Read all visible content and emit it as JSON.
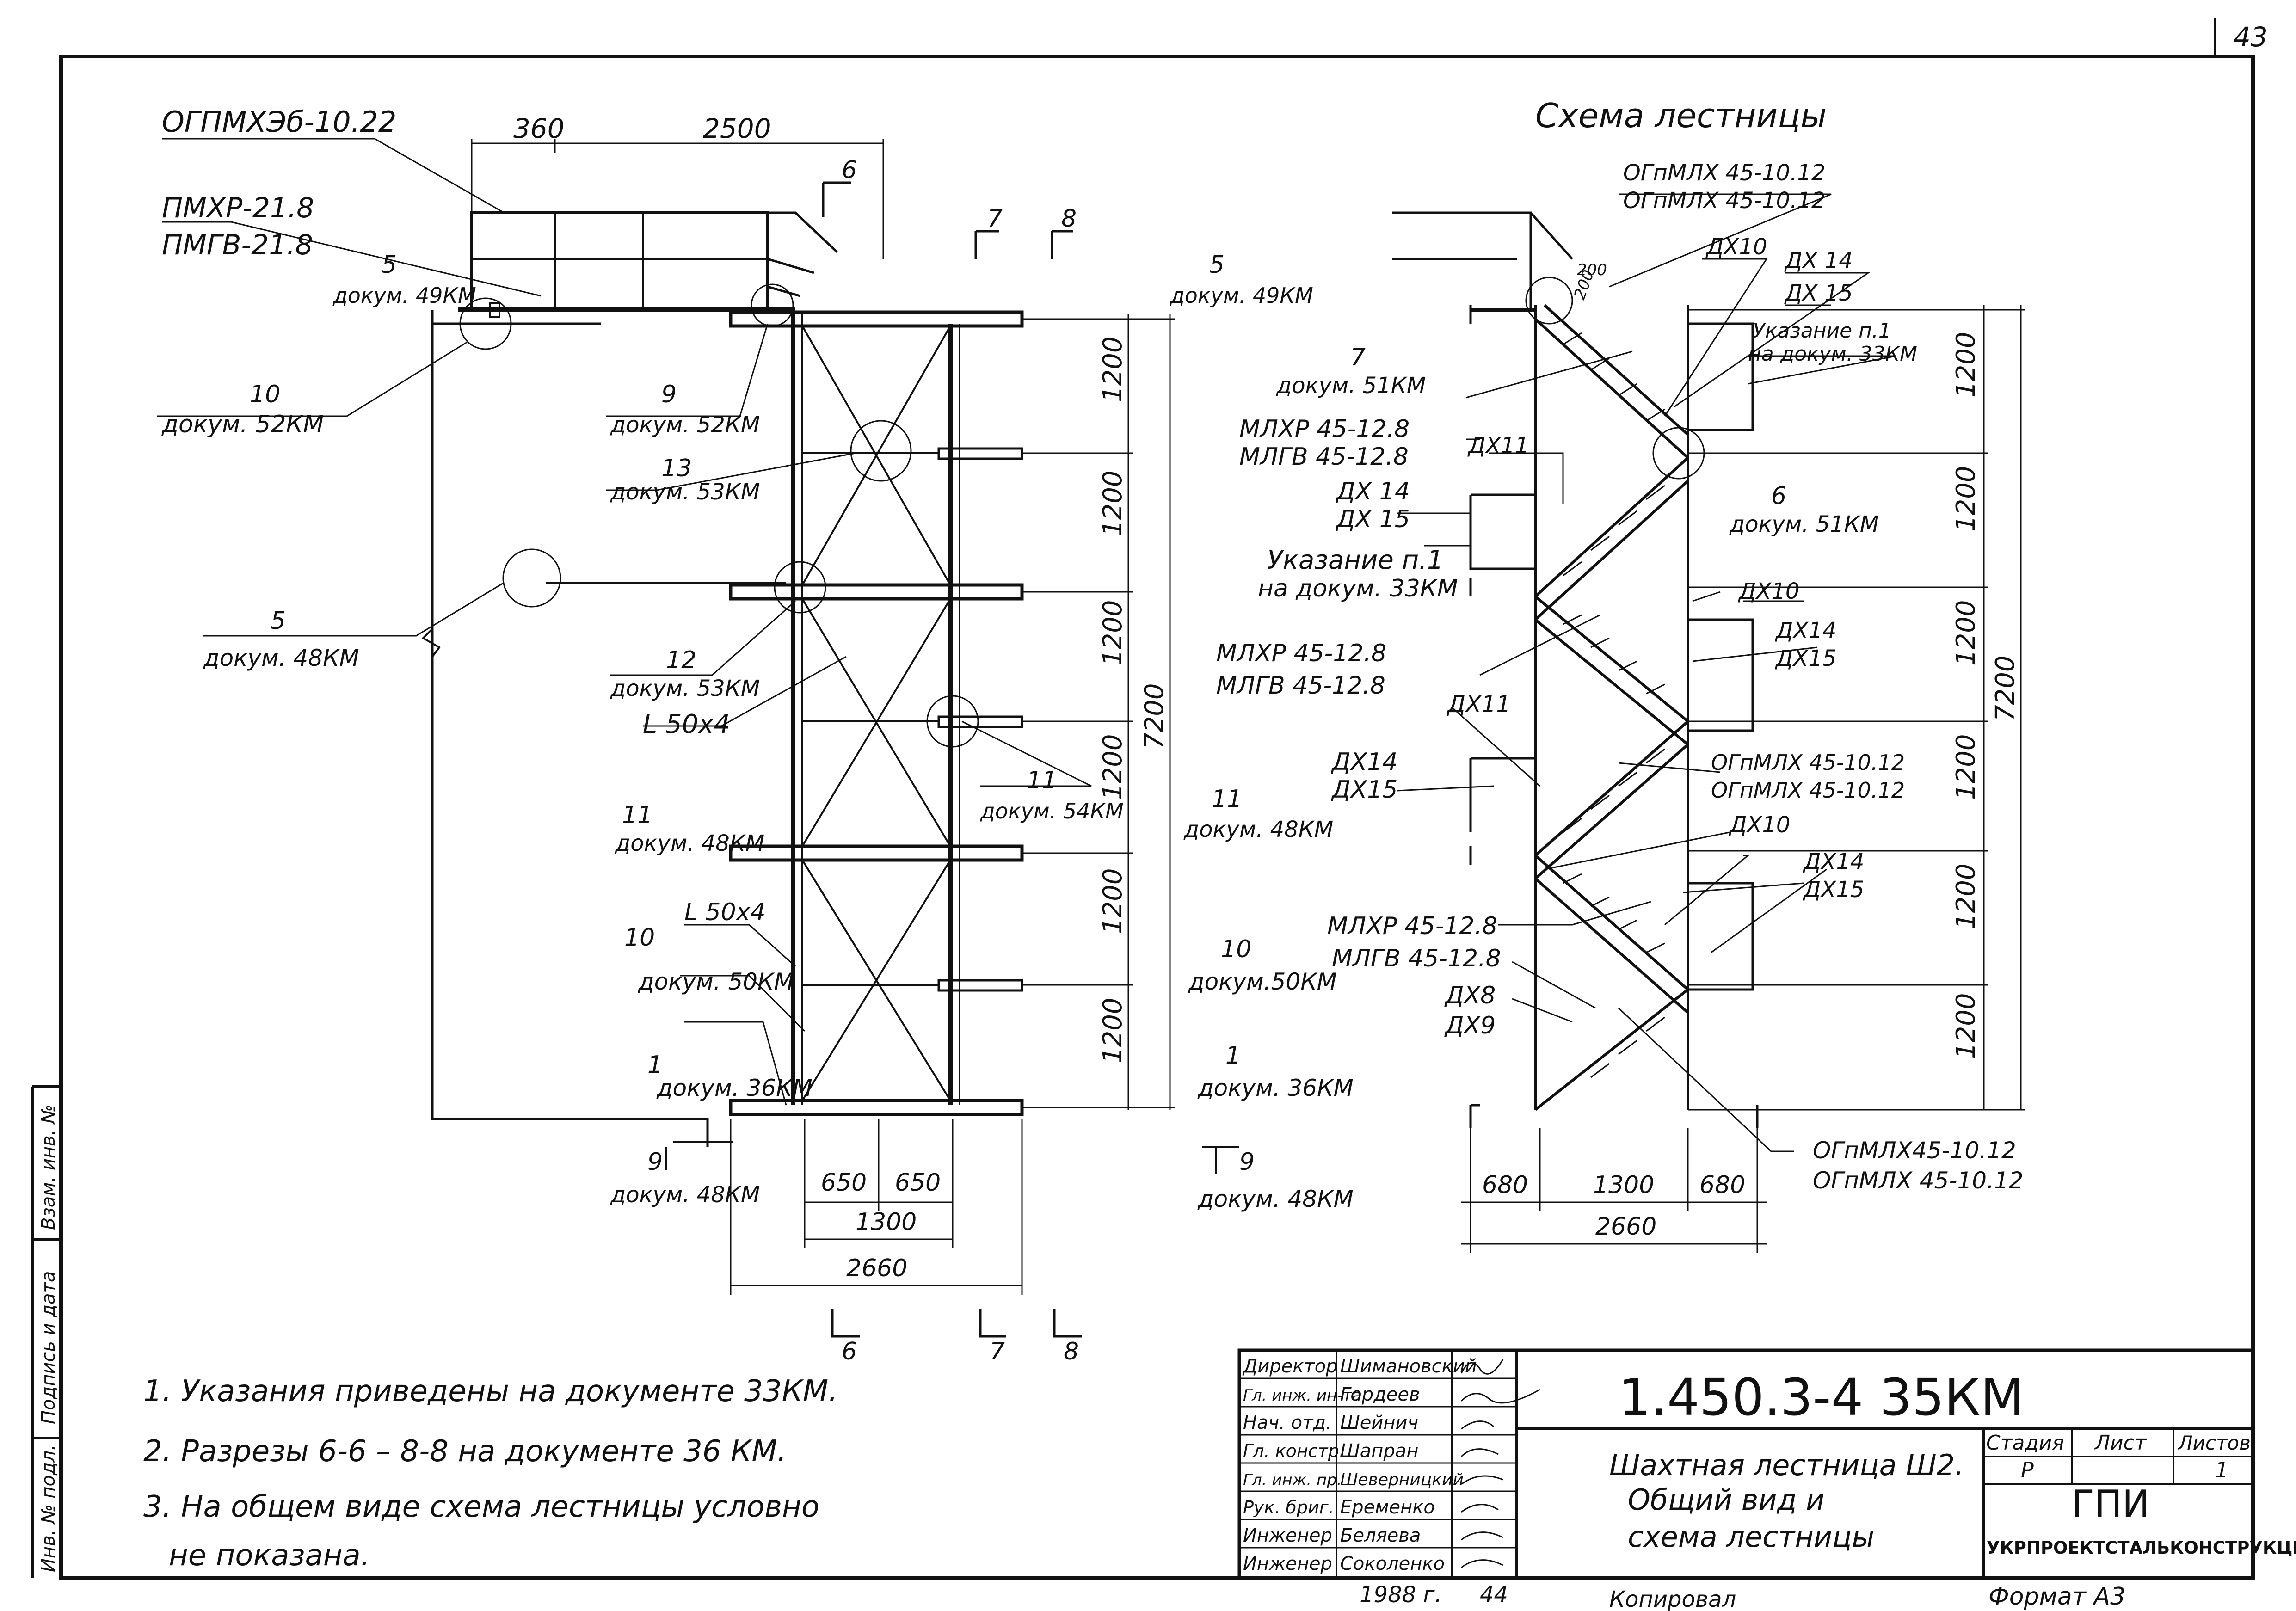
{
  "sheet_number": "43",
  "left_view": {
    "top_label": "ОГПМХЭб-10.22",
    "handrail_label_1": "ПМХР-21.8",
    "handrail_label_2": "ПМГВ-21.8",
    "dim_top_1": "360",
    "dim_top_2": "2500",
    "dims_vertical": [
      "1200",
      "1200",
      "1200",
      "1200",
      "1200",
      "1200"
    ],
    "dim_total": "7200",
    "dims_bottom_1": [
      "650",
      "650"
    ],
    "dim_bottom_2": "1300",
    "dim_bottom_3": "2660",
    "section_marks": [
      "6",
      "7",
      "8"
    ],
    "callouts": [
      {
        "num": "5",
        "doc": "докум. 49КМ"
      },
      {
        "num": "10",
        "doc": "докум. 52КМ"
      },
      {
        "num": "9",
        "doc": "докум. 52КМ"
      },
      {
        "num": "13",
        "doc": "докум. 53КМ"
      },
      {
        "num": "5",
        "doc": "докум. 48КМ"
      },
      {
        "num": "12",
        "doc": "докум. 53КМ"
      },
      {
        "num": "11",
        "doc": "докум. 54КМ"
      },
      {
        "num": "11",
        "doc": "докум. 48КМ"
      },
      {
        "num": "10",
        "doc": "докум. 50КМ"
      },
      {
        "num": "1",
        "doc": "докум. 36КМ"
      },
      {
        "num": "9",
        "doc": "докум. 48КМ"
      }
    ],
    "angle_labels": [
      "L 50х4",
      "L 50х4"
    ]
  },
  "right_view": {
    "title": "Схема лестницы",
    "labels": {
      "ogpm_top_1": "ОГпМЛХ 45-10.12",
      "ogpm_top_2": "ОГпМЛХ 45-10.12",
      "dx10_a": "ДХ10",
      "dx14_a": "ДХ 14",
      "dx15_a": "ДХ 15",
      "ukaz_a_1": "Указание п.1",
      "ukaz_a_2": "на докум. 33КМ",
      "c7_num": "7",
      "c7_doc": "докум. 51КМ",
      "mlkhr_a_1": "МЛХР 45-12.8",
      "mlkhr_a_2": "МЛГВ 45-12.8",
      "dx11_a": "ДХ11",
      "c6_num": "6",
      "c6_doc": "докум. 51КМ",
      "dx14_b": "ДХ 14",
      "dx15_b": "ДХ 15",
      "ukaz_b_1": "Указание п.1",
      "ukaz_b_2": "на докум. 33КМ",
      "dx10_b": "ДХ10",
      "dx14_c": "ДХ14",
      "dx15_c": "ДХ15",
      "mlkhr_b_1": "МЛХР 45-12.8",
      "mlkhr_b_2": "МЛГВ 45-12.8",
      "dx11_b": "ДХ11",
      "dx14_d": "ДХ14",
      "dx15_d": "ДХ15",
      "ogpm_mid_1": "ОГпМЛХ 45-10.12",
      "ogpm_mid_2": "ОГпМЛХ 45-10.12",
      "dx10_c": "ДХ10",
      "dx14_e": "ДХ14",
      "dx15_e": "ДХ15",
      "mlkhr_c_1": "МЛХР 45-12.8",
      "mlkhr_c_2": "МЛГВ 45-12.8",
      "dx8": "ДХ8",
      "dx9": "ДХ9",
      "ogpm_bot_1": "ОГпМЛХ45-10.12",
      "ogpm_bot_2": "ОГпМЛХ 45-10.12",
      "s5_num": "5",
      "s5_doc": "докум. 49КМ",
      "s11_num": "11",
      "s11_doc": "докум. 48КМ",
      "s10_num": "10",
      "s10_doc": "докум.50КМ",
      "s1_num": "1",
      "s1_doc": "докум. 36КМ",
      "s9_num": "9",
      "s9_doc": "докум. 48КМ",
      "dim_200_a": "200",
      "dim_200_b": "200"
    },
    "dims_vertical": [
      "1200",
      "1200",
      "1200",
      "1200",
      "1200",
      "1200"
    ],
    "dim_total": "7200",
    "dims_bottom": [
      "680",
      "1300",
      "680"
    ],
    "dim_bottom_total": "2660"
  },
  "notes": [
    "1. Указания приведены на документе 33КМ.",
    "2. Разрезы 6-6 – 8-8 на документе 36 КМ.",
    "3. На общем виде схема лестницы условно",
    "не показана."
  ],
  "stamp_side": [
    "Инв. № подл.",
    "Подпись и дата",
    "Взам. инв. №"
  ],
  "title_block": {
    "roles": [
      {
        "role": "Директор",
        "name": "Шимановский"
      },
      {
        "role": "Гл. инж. ин-та",
        "name": "Гордеев"
      },
      {
        "role": "Нач. отд.",
        "name": "Шейнич"
      },
      {
        "role": "Гл. констр.",
        "name": "Шапран"
      },
      {
        "role": "Гл. инж. пр.",
        "name": "Шеверницкий"
      },
      {
        "role": "Рук. бриг.",
        "name": "Еременко"
      },
      {
        "role": "Инженер",
        "name": "Беляева"
      },
      {
        "role": "Инженер",
        "name": "Соколенко"
      }
    ],
    "doc_code": "1.450.3-4 35КМ",
    "title_lines": [
      "Шахтная лестница Ш2.",
      "Общий вид и",
      "схема лестницы"
    ],
    "stage_header": "Стадия",
    "sheet_header": "Лист",
    "sheets_header": "Листов",
    "stage": "Р",
    "sheet": "",
    "sheets": "1",
    "org_1": "ГПИ",
    "org_2": "УКРПРОЕКТСТАЛЬКОНСТРУКЦИЯ",
    "year": "1988 г.",
    "page": "44",
    "copied": "Копировал",
    "format": "Формат А3"
  }
}
